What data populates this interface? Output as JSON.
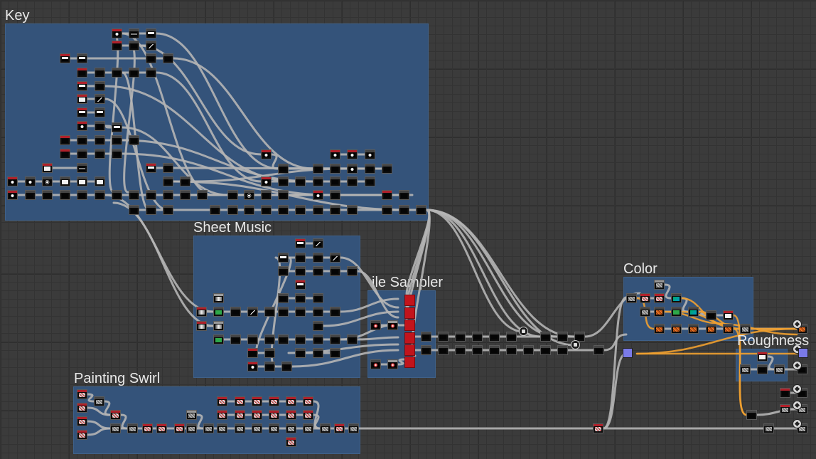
{
  "frames": {
    "key": {
      "title": "Key"
    },
    "sheet_music": {
      "title": "Sheet Music"
    },
    "tile_sampler": {
      "title": "ile Sampler"
    },
    "painting_swirl": {
      "title": "Painting Swirl"
    },
    "color": {
      "title": "Color"
    },
    "roughness": {
      "title": "Roughness"
    }
  },
  "colors": {
    "frame_fill": "#34537a",
    "canvas": "#3b3b3b",
    "wire": "#b5b5b5",
    "wire_highlight": "#f0a030",
    "node_header_red": "#b0202a",
    "tile_sampler_red": "#c2141c",
    "param_color": "#7a7ae8"
  },
  "icons": [
    "output-node-icon",
    "pin-node-icon",
    "color-swatch-icon"
  ]
}
